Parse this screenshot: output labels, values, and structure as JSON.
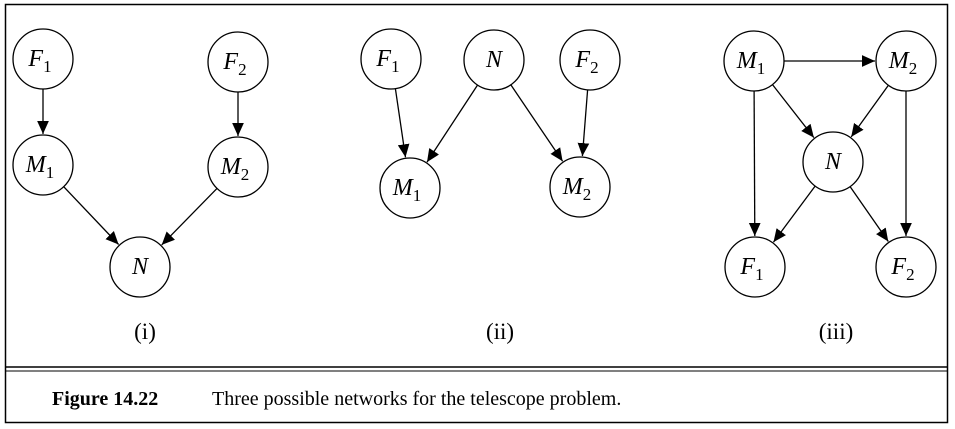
{
  "colors": {
    "stroke": "#000000",
    "background": "#ffffff"
  },
  "panels": [
    {
      "id": "i",
      "label": "(i)",
      "nodes": [
        {
          "id": "F1",
          "base": "F",
          "sub": "1"
        },
        {
          "id": "F2",
          "base": "F",
          "sub": "2"
        },
        {
          "id": "M1",
          "base": "M",
          "sub": "1"
        },
        {
          "id": "M2",
          "base": "M",
          "sub": "2"
        },
        {
          "id": "N",
          "base": "N",
          "sub": ""
        }
      ],
      "edges": [
        [
          "F1",
          "M1"
        ],
        [
          "F2",
          "M2"
        ],
        [
          "M1",
          "N"
        ],
        [
          "M2",
          "N"
        ]
      ]
    },
    {
      "id": "ii",
      "label": "(ii)",
      "nodes": [
        {
          "id": "F1",
          "base": "F",
          "sub": "1"
        },
        {
          "id": "N",
          "base": "N",
          "sub": ""
        },
        {
          "id": "F2",
          "base": "F",
          "sub": "2"
        },
        {
          "id": "M1",
          "base": "M",
          "sub": "1"
        },
        {
          "id": "M2",
          "base": "M",
          "sub": "2"
        }
      ],
      "edges": [
        [
          "F1",
          "M1"
        ],
        [
          "N",
          "M1"
        ],
        [
          "N",
          "M2"
        ],
        [
          "F2",
          "M2"
        ]
      ]
    },
    {
      "id": "iii",
      "label": "(iii)",
      "nodes": [
        {
          "id": "M1",
          "base": "M",
          "sub": "1"
        },
        {
          "id": "M2",
          "base": "M",
          "sub": "2"
        },
        {
          "id": "N",
          "base": "N",
          "sub": ""
        },
        {
          "id": "F1",
          "base": "F",
          "sub": "1"
        },
        {
          "id": "F2",
          "base": "F",
          "sub": "2"
        }
      ],
      "edges": [
        [
          "M1",
          "M2"
        ],
        [
          "M1",
          "N"
        ],
        [
          "M2",
          "N"
        ],
        [
          "M1",
          "F1"
        ],
        [
          "M2",
          "F2"
        ],
        [
          "N",
          "F1"
        ],
        [
          "N",
          "F2"
        ]
      ]
    }
  ],
  "caption": {
    "label": "Figure 14.22",
    "text": "Three possible networks for the telescope problem."
  }
}
